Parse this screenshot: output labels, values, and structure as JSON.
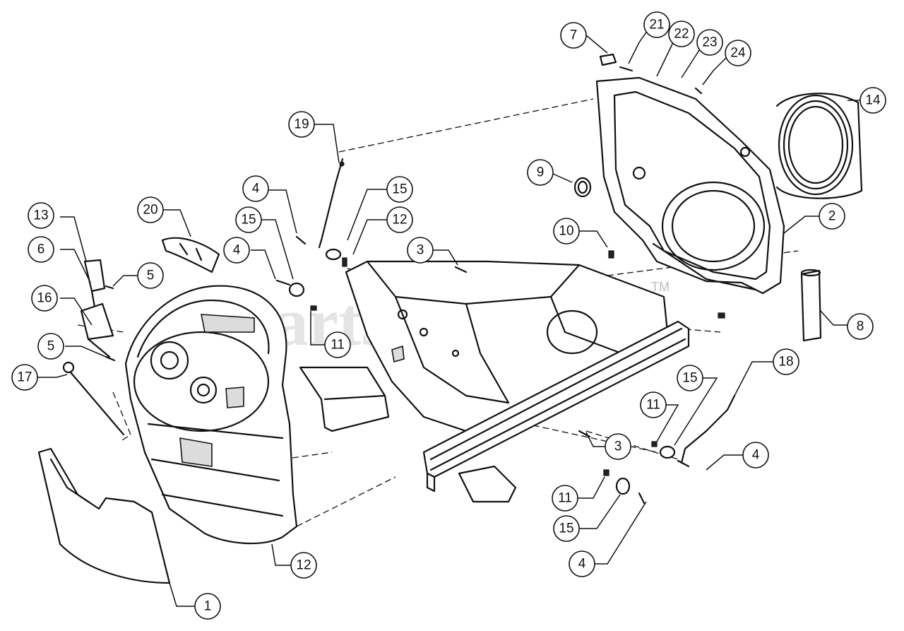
{
  "watermark": {
    "text": "PartsTree",
    "tm": "TM"
  },
  "callouts": [
    {
      "id": "c7",
      "label": "7"
    },
    {
      "id": "c21",
      "label": "21"
    },
    {
      "id": "c22",
      "label": "22"
    },
    {
      "id": "c23",
      "label": "23"
    },
    {
      "id": "c24",
      "label": "24"
    },
    {
      "id": "c14",
      "label": "14"
    },
    {
      "id": "c19",
      "label": "19"
    },
    {
      "id": "c9",
      "label": "9"
    },
    {
      "id": "c2",
      "label": "2"
    },
    {
      "id": "c10",
      "label": "10"
    },
    {
      "id": "c4a",
      "label": "4"
    },
    {
      "id": "c15a",
      "label": "15"
    },
    {
      "id": "c12a",
      "label": "12"
    },
    {
      "id": "c3a",
      "label": "3"
    },
    {
      "id": "c20",
      "label": "20"
    },
    {
      "id": "c13",
      "label": "13"
    },
    {
      "id": "c6",
      "label": "6"
    },
    {
      "id": "c5a",
      "label": "5"
    },
    {
      "id": "c15b",
      "label": "15"
    },
    {
      "id": "c4b",
      "label": "4"
    },
    {
      "id": "c16",
      "label": "16"
    },
    {
      "id": "c11a",
      "label": "11"
    },
    {
      "id": "c8",
      "label": "8"
    },
    {
      "id": "c5b",
      "label": "5"
    },
    {
      "id": "c17",
      "label": "17"
    },
    {
      "id": "c18",
      "label": "18"
    },
    {
      "id": "c15c",
      "label": "15"
    },
    {
      "id": "c11b",
      "label": "11"
    },
    {
      "id": "c3b",
      "label": "3"
    },
    {
      "id": "c4c",
      "label": "4"
    },
    {
      "id": "c11c",
      "label": "11"
    },
    {
      "id": "c15d",
      "label": "15"
    },
    {
      "id": "c4d",
      "label": "4"
    },
    {
      "id": "c12b",
      "label": "12"
    },
    {
      "id": "c1",
      "label": "1"
    }
  ]
}
